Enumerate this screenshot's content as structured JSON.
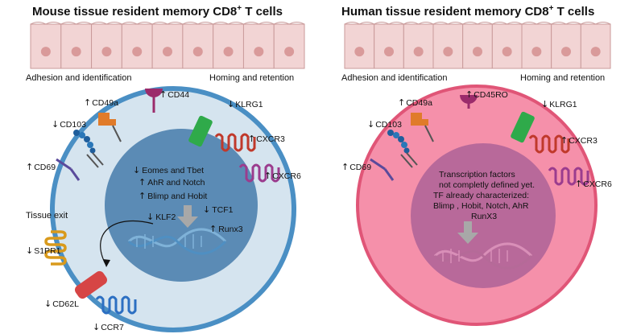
{
  "left_panel": {
    "title_main": "Mouse tissue resident memory CD8",
    "title_sup": "+",
    "title_tail": " T cells",
    "adhesion_label": "Adhesion and identification",
    "homing_label": "Homing and retention",
    "tissue_exit_label": "Tissue exit",
    "markers": {
      "cd44": {
        "arrow": "↑",
        "label": "CD44"
      },
      "cd49a": {
        "arrow": "↑",
        "label": "CD49a"
      },
      "klrg1": {
        "arrow": "↓",
        "label": "KLRG1"
      },
      "cd103": {
        "arrow": "↓",
        "label": "CD103"
      },
      "cxcr3": {
        "arrow": "↑",
        "label": "CXCR3"
      },
      "cd69": {
        "arrow": "↑",
        "label": "CD69"
      },
      "cxcr6": {
        "arrow": "↑",
        "label": "CXCR6"
      },
      "s1pr1": {
        "arrow": "↓",
        "label": "S1PR1"
      },
      "cd62l": {
        "arrow": "↓",
        "label": "CD62L"
      },
      "ccr7": {
        "arrow": "↓",
        "label": "CCR7"
      }
    },
    "nucleus": {
      "eomes": {
        "arrow": "↓",
        "label": "Eomes and Tbet"
      },
      "ahr": {
        "arrow": "↑",
        "label": "AhR and Notch"
      },
      "blimp": {
        "arrow": "↑",
        "label": "Blimp  and Hobit"
      },
      "klf2": {
        "arrow": "↓",
        "label": "KLF2"
      },
      "tcf1": {
        "arrow": "↓",
        "label": "TCF1"
      },
      "runx3": {
        "arrow": "↑",
        "label": "Runx3"
      }
    }
  },
  "right_panel": {
    "title_main": "Human tissue resident memory CD8",
    "title_sup": "+",
    "title_tail": " T cells",
    "adhesion_label": "Adhesion and identification",
    "homing_label": "Homing and retention",
    "markers": {
      "cd45ro": {
        "arrow": "↑",
        "label": "CD45RO"
      },
      "cd49a": {
        "arrow": "↑",
        "label": "CD49a"
      },
      "klrg1": {
        "arrow": "↓",
        "label": "KLRG1"
      },
      "cd103": {
        "arrow": "↓",
        "label": "CD103"
      },
      "cxcr3": {
        "arrow": "↑",
        "label": "CXCR3"
      },
      "cd69": {
        "arrow": "↑",
        "label": "CD69"
      },
      "cxcr6": {
        "arrow": "↑",
        "label": "CXCR6"
      }
    },
    "nucleus_lines": [
      "Transcription factors",
      "not completly defined yet.",
      "TF already characterized:",
      "Blimp  , Hobit, Notch, AhR",
      "RunX3"
    ]
  },
  "colors": {
    "epithelium": "#f2d4d4",
    "epithelium_border": "#c99a9a",
    "epithelium_nucleus": "#d99a9a",
    "left_cell_fill": "#d5e4ef",
    "left_cell_border": "#4a8fc4",
    "left_nucleus": "#5b8bb5",
    "right_cell_fill": "#f590aa",
    "right_cell_border": "#e05577",
    "right_nucleus": "#b8699a"
  }
}
